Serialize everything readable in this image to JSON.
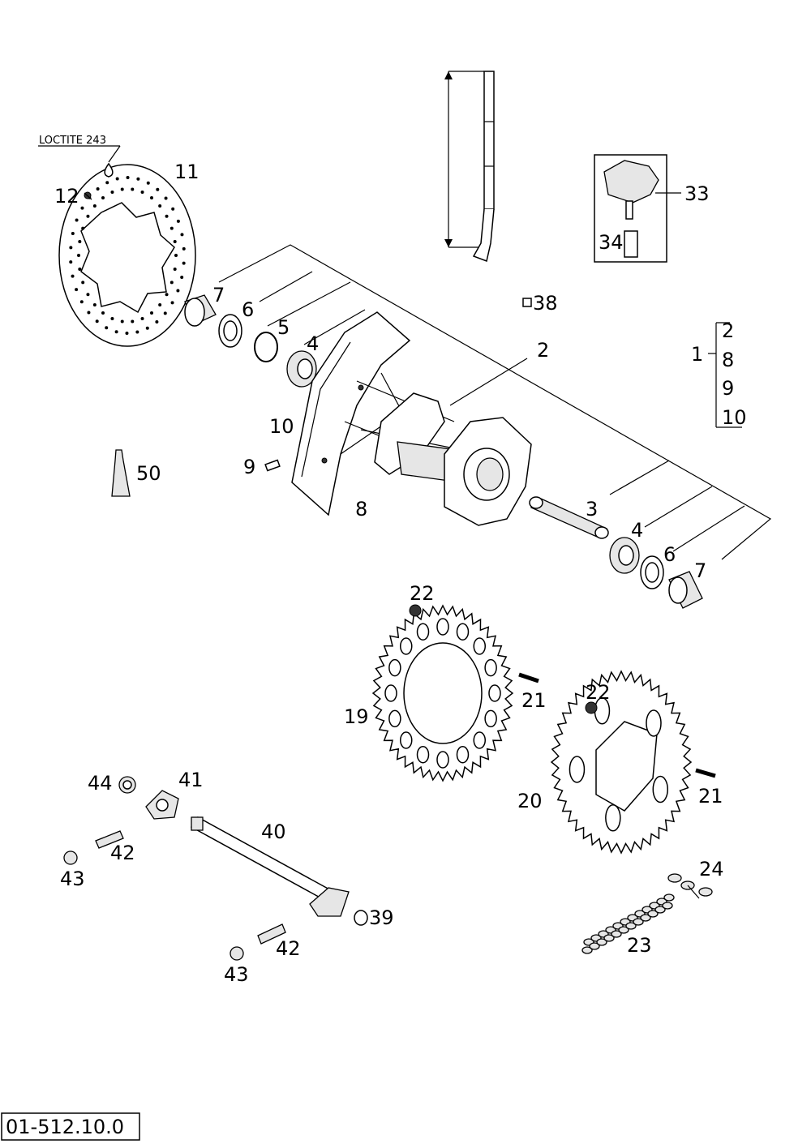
{
  "note": "LOCTITE 243",
  "doc_id": "01-512.10.0",
  "labels": {
    "p1": "1",
    "p2": "2",
    "p3": "3",
    "p4a": "4",
    "p4b": "4",
    "p5": "5",
    "p6a": "6",
    "p6b": "6",
    "p7a": "7",
    "p7b": "7",
    "p8": "8",
    "p9": "9",
    "p10": "10",
    "p11": "11",
    "p12": "12",
    "p19": "19",
    "p20": "20",
    "p21a": "21",
    "p21b": "21",
    "p22a": "22",
    "p22b": "22",
    "p23": "23",
    "p24": "24",
    "p33": "33",
    "p34": "34",
    "p38": "38",
    "p39": "39",
    "p40": "40",
    "p41": "41",
    "p42a": "42",
    "p42b": "42",
    "p43a": "43",
    "p43b": "43",
    "p44": "44",
    "p50": "50"
  },
  "kit_list": [
    "2",
    "8",
    "9",
    "10"
  ]
}
